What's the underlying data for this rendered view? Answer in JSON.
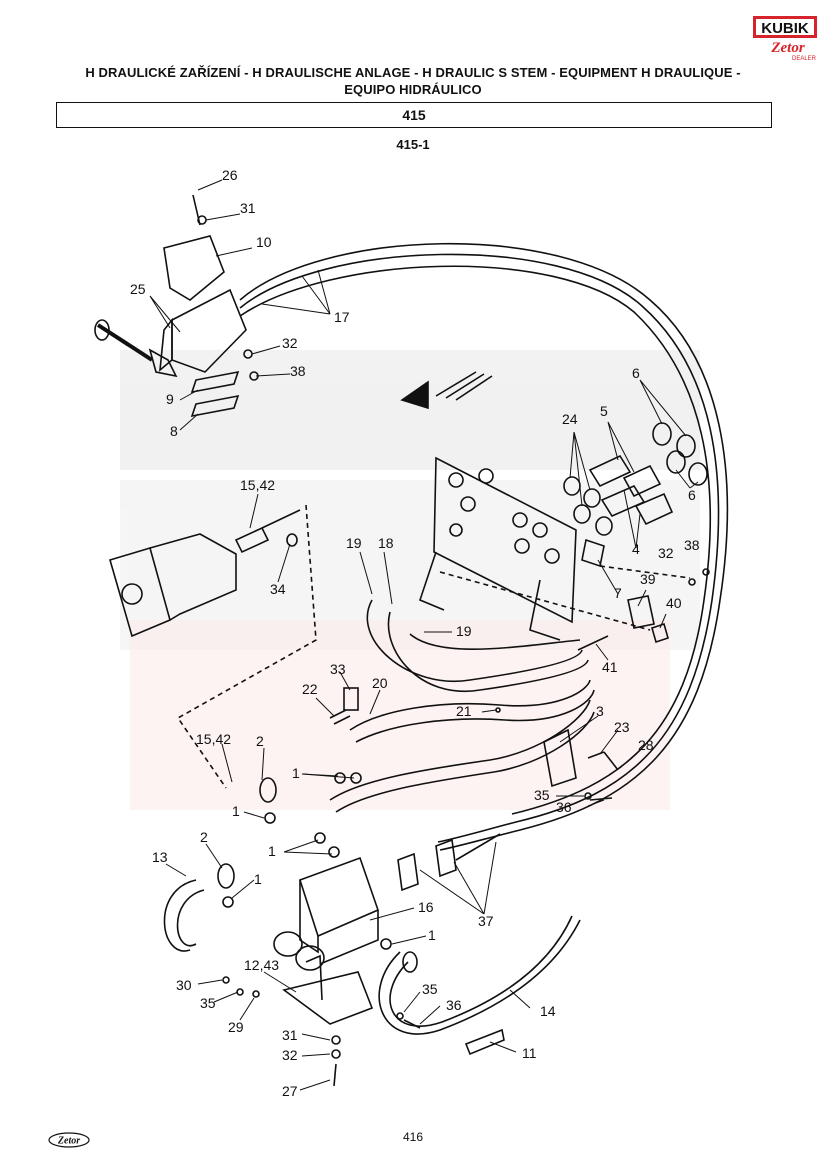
{
  "brand": {
    "logo_top": "KUBIK",
    "logo_bottom": "Zetor",
    "logo_sub": "DEALER",
    "footer_logo": "Zetor",
    "color_red": "#d6242c"
  },
  "header": {
    "title_line1": "H  DRAULICKÉ ZAŘÍZENÍ - H  DRAULISCHE ANLAGE - H  DRAULIC S  STEM - EQUIPMENT H  DRAULIQUE -",
    "title_line2": "EQUIPO HIDRÁULICO",
    "section": "415",
    "figure": "415-1"
  },
  "callouts": [
    {
      "id": "c26",
      "text": "26"
    },
    {
      "id": "c31a",
      "text": "31"
    },
    {
      "id": "c10",
      "text": "10"
    },
    {
      "id": "c25",
      "text": "25"
    },
    {
      "id": "c17",
      "text": "17"
    },
    {
      "id": "c32a",
      "text": "32"
    },
    {
      "id": "c38a",
      "text": "38"
    },
    {
      "id": "c9",
      "text": "9"
    },
    {
      "id": "c8",
      "text": "8"
    },
    {
      "id": "c6a",
      "text": "6"
    },
    {
      "id": "c5",
      "text": "5"
    },
    {
      "id": "c24",
      "text": "24"
    },
    {
      "id": "c6b",
      "text": "6"
    },
    {
      "id": "c4",
      "text": "4"
    },
    {
      "id": "c1542a",
      "text": "15,42"
    },
    {
      "id": "c34",
      "text": "34"
    },
    {
      "id": "c19a",
      "text": "19"
    },
    {
      "id": "c18",
      "text": "18"
    },
    {
      "id": "c32b",
      "text": "32"
    },
    {
      "id": "c38b",
      "text": "38"
    },
    {
      "id": "c7",
      "text": "7"
    },
    {
      "id": "c39",
      "text": "39"
    },
    {
      "id": "c40",
      "text": "40"
    },
    {
      "id": "c19b",
      "text": "19"
    },
    {
      "id": "c41",
      "text": "41"
    },
    {
      "id": "c33",
      "text": "33"
    },
    {
      "id": "c22",
      "text": "22"
    },
    {
      "id": "c20",
      "text": "20"
    },
    {
      "id": "c21",
      "text": "21"
    },
    {
      "id": "c3",
      "text": "3"
    },
    {
      "id": "c23",
      "text": "23"
    },
    {
      "id": "c28",
      "text": "28"
    },
    {
      "id": "c1542b",
      "text": "15,42"
    },
    {
      "id": "c2a",
      "text": "2"
    },
    {
      "id": "c1a",
      "text": "1"
    },
    {
      "id": "c1b",
      "text": "1"
    },
    {
      "id": "c35a",
      "text": "35"
    },
    {
      "id": "c36a",
      "text": "36"
    },
    {
      "id": "c1c",
      "text": "1"
    },
    {
      "id": "c13",
      "text": "13"
    },
    {
      "id": "c2b",
      "text": "2"
    },
    {
      "id": "c1d",
      "text": "1"
    },
    {
      "id": "c16",
      "text": "16"
    },
    {
      "id": "c37",
      "text": "37"
    },
    {
      "id": "c1e",
      "text": "1"
    },
    {
      "id": "c30",
      "text": "30"
    },
    {
      "id": "c1243",
      "text": "12,43"
    },
    {
      "id": "c35b",
      "text": "35"
    },
    {
      "id": "c36b",
      "text": "36"
    },
    {
      "id": "c14",
      "text": "14"
    },
    {
      "id": "c29",
      "text": "29"
    },
    {
      "id": "c35c",
      "text": "35"
    },
    {
      "id": "c31b",
      "text": "31"
    },
    {
      "id": "c32c",
      "text": "32"
    },
    {
      "id": "c11",
      "text": "11"
    },
    {
      "id": "c27",
      "text": "27"
    }
  ],
  "footer": {
    "page_number": "416"
  }
}
